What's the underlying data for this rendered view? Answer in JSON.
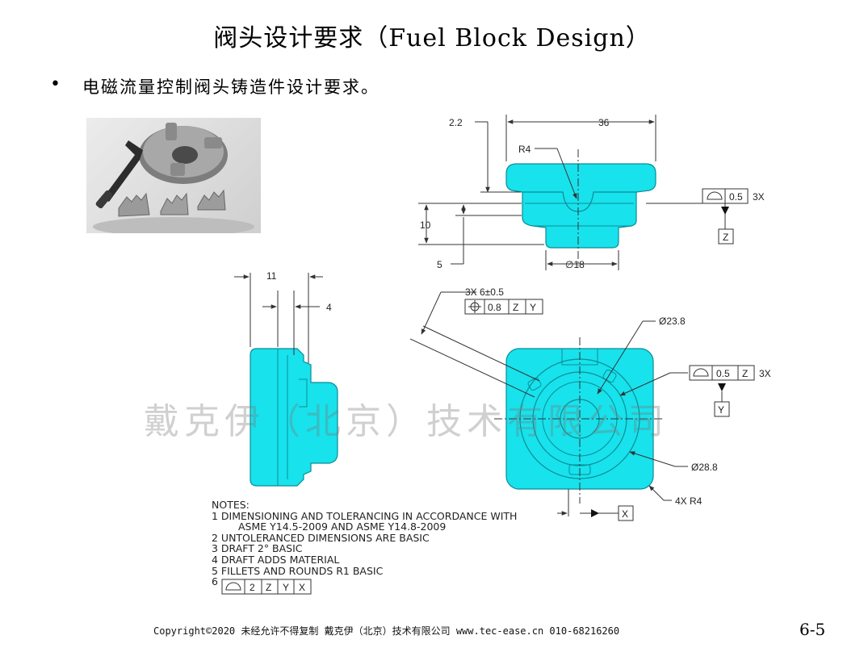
{
  "title": "阀头设计要求（Fuel Block Design）",
  "bullet": {
    "symbol": "•",
    "text": "电磁流量控制阀头铸造件设计要求。"
  },
  "watermark": "戴克伊（北京）技术有限公司",
  "top_view": {
    "dim_2_2": "2.2",
    "dim_36": "36",
    "dim_r4": "R4",
    "dim_10": "10",
    "dim_5": "5",
    "dim_dia18": "∅18",
    "fcf_profile_value": "0.5",
    "fcf_profile_count": "3X",
    "datum_z": "Z"
  },
  "side_view": {
    "dim_11": "11",
    "dim_4": "4"
  },
  "front_view": {
    "hole_callout": "3X 6±0.5",
    "fcf_position_value": "0.8",
    "fcf_position_ref1": "Z",
    "fcf_position_ref2": "Y",
    "dim_dia23_8": "Ø23.8",
    "fcf_profile_value": "0.5",
    "fcf_profile_ref": "Z",
    "fcf_profile_count": "3X",
    "datum_y": "Y",
    "dim_dia28_8": "Ø28.8",
    "dim_4x_r4": "4X R4",
    "datum_x": "X"
  },
  "notes": {
    "heading": "NOTES:",
    "n1": "1 DIMENSIONING AND TOLERANCING IN ACCORDANCE WITH",
    "n1b": "ASME Y14.5-2009 AND ASME Y14.8-2009",
    "n2": "2 UNTOLERANCED DIMENSIONS ARE BASIC",
    "n3": "3 DRAFT 2° BASIC",
    "n4": "4 DRAFT ADDS MATERIAL",
    "n5": "5 FILLETS AND ROUNDS R1 BASIC",
    "n6": "6",
    "n6_value": "2",
    "n6_ref1": "Z",
    "n6_ref2": "Y",
    "n6_ref3": "X"
  },
  "footer": "Copyright©2020 未经允许不得复制  戴克伊（北京）技术有限公司  www.tec-ease.cn  010-68216260",
  "page_number": "6-5",
  "colors": {
    "part_cyan": "#18e2ec",
    "part_edge": "#0a8d96",
    "line": "#333333"
  }
}
